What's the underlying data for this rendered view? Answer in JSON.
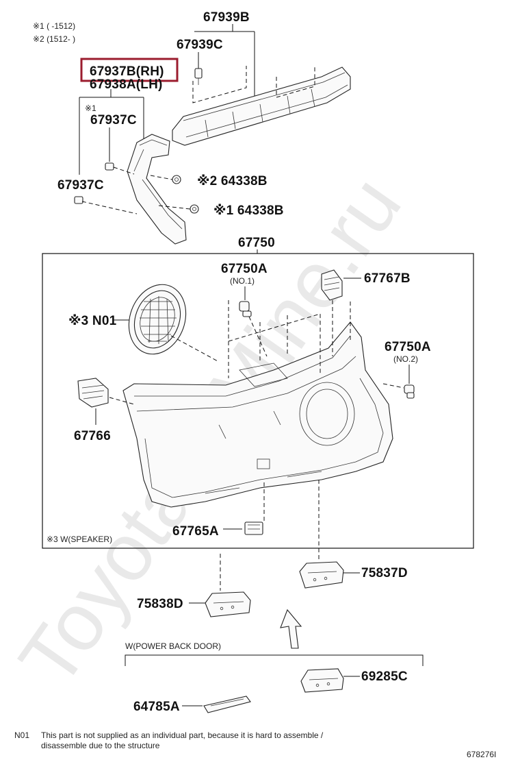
{
  "notes": {
    "note1": "※1 (      -1512)",
    "note2": "※2 (1512-      )",
    "footnote_code": "N01",
    "footnote_line1": "This part is not supplied as an individual part, because it is hard to assemble /",
    "footnote_line2": "disassemble due to the structure",
    "drawing_number": "678276I"
  },
  "highlight": {
    "label": "67937B(RH)",
    "color": "#9b1c2e"
  },
  "labels": {
    "p67938A": "67938A(LH)",
    "p67939B": "67939B",
    "p67939C": "67939C",
    "p67937C_upper": "67937C",
    "p67937C_lower": "67937C",
    "mark_x1_upper": "※1",
    "p64338B_2": "※2 64338B",
    "p64338B_1": "※1 64338B",
    "p67750": "67750",
    "p67750A_1": "67750A",
    "p67750A_1_sub": "(NO.1)",
    "p67767B": "67767B",
    "pN01": "※3 N01",
    "p67750A_2": "67750A",
    "p67750A_2_sub": "(NO.2)",
    "p67766": "67766",
    "p67765A": "67765A",
    "speaker_note": "※3  W(SPEAKER)",
    "p75837D": "75837D",
    "p75838D": "75838D",
    "power_back_door": "W(POWER BACK DOOR)",
    "p69285C": "69285C",
    "p64785A": "64785A"
  },
  "watermark": "ToyotaOrMine.ru"
}
